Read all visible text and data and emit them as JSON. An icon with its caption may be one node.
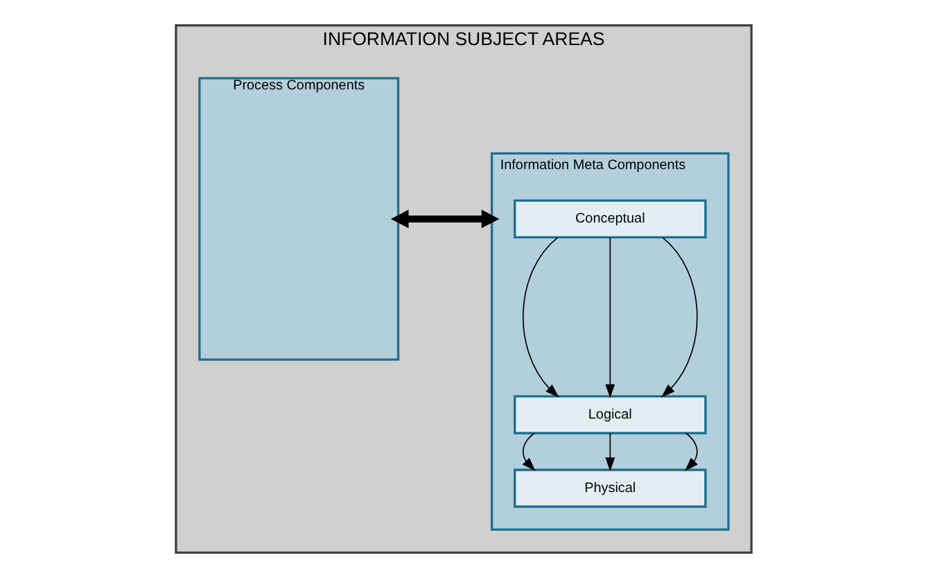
{
  "diagram": {
    "nodes": [
      {
        "text": [
          "INFORMATION SUBJECT AREAS"
        ]
      },
      {
        "text": [
          "Process Components"
        ],
        "in": 0
      },
      {
        "text": [
          "Information Meta Components"
        ],
        "in": 0
      },
      {
        "text": [
          "Conceptual"
        ],
        "in": 2
      },
      {
        "text": [
          "Logical"
        ],
        "in": 2
      },
      {
        "text": [
          "Physical"
        ],
        "in": 2
      }
    ],
    "edges": [
      {
        "from": 1,
        "to": 2,
        "arrow": "both",
        "style": "thick"
      },
      {
        "from": 3,
        "to": 4,
        "arrow": "to"
      },
      {
        "from": 3,
        "to": 4,
        "arrow": "to"
      },
      {
        "from": 3,
        "to": 4,
        "arrow": "to"
      },
      {
        "from": 4,
        "to": 5,
        "arrow": "to"
      },
      {
        "from": 4,
        "to": 5,
        "arrow": "to"
      },
      {
        "from": 4,
        "to": 5,
        "arrow": "to"
      }
    ]
  }
}
